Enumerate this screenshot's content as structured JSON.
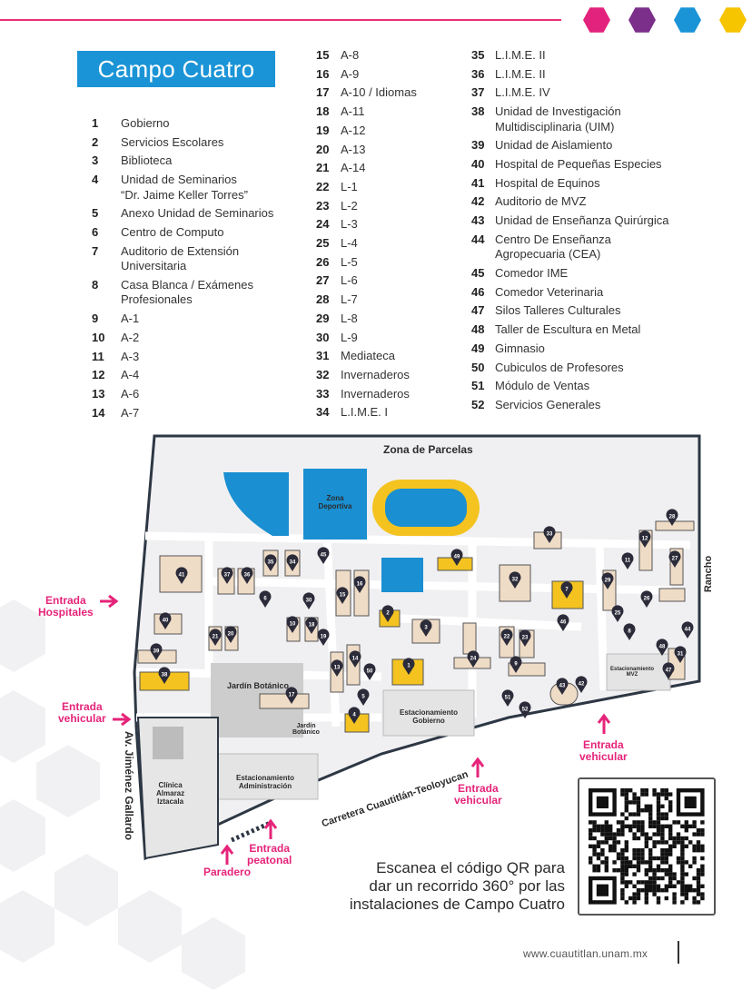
{
  "title": "Campo Cuatro",
  "colors": {
    "accent_line": "#e8317a",
    "hexagons": [
      "#e2227c",
      "#7b2f8a",
      "#1a94d6",
      "#f7c400"
    ],
    "title_bg": "#1a94d6",
    "entrada": "#e5247a",
    "field_blue": "#1a8fd1",
    "building_yellow": "#f4c320",
    "pin": "#2b2b3a"
  },
  "legend": [
    {
      "num": "1",
      "name": "Gobierno"
    },
    {
      "num": "2",
      "name": "Servicios Escolares"
    },
    {
      "num": "3",
      "name": "Biblioteca"
    },
    {
      "num": "4",
      "name": "Unidad de Seminarios\n“Dr. Jaime Keller Torres”"
    },
    {
      "num": "5",
      "name": "Anexo Unidad de Seminarios"
    },
    {
      "num": "6",
      "name": "Centro de Computo"
    },
    {
      "num": "7",
      "name": "Auditorio de Extensión\nUniversitaria"
    },
    {
      "num": "8",
      "name": "Casa Blanca / Exámenes\nProfesionales"
    },
    {
      "num": "9",
      "name": "A-1"
    },
    {
      "num": "10",
      "name": "A-2"
    },
    {
      "num": "11",
      "name": "A-3"
    },
    {
      "num": "12",
      "name": "A-4"
    },
    {
      "num": "13",
      "name": "A-6"
    },
    {
      "num": "14",
      "name": "A-7"
    },
    {
      "num": "15",
      "name": "A-8"
    },
    {
      "num": "16",
      "name": "A-9"
    },
    {
      "num": "17",
      "name": "A-10 / Idiomas"
    },
    {
      "num": "18",
      "name": "A-11"
    },
    {
      "num": "19",
      "name": "A-12"
    },
    {
      "num": "20",
      "name": "A-13"
    },
    {
      "num": "21",
      "name": "A-14"
    },
    {
      "num": "22",
      "name": "L-1"
    },
    {
      "num": "23",
      "name": "L-2"
    },
    {
      "num": "24",
      "name": "L-3"
    },
    {
      "num": "25",
      "name": "L-4"
    },
    {
      "num": "26",
      "name": "L-5"
    },
    {
      "num": "27",
      "name": "L-6"
    },
    {
      "num": "28",
      "name": "L-7"
    },
    {
      "num": "29",
      "name": "L-8"
    },
    {
      "num": "30",
      "name": "L-9"
    },
    {
      "num": "31",
      "name": "Mediateca"
    },
    {
      "num": "32",
      "name": "Invernaderos"
    },
    {
      "num": "33",
      "name": "Invernaderos"
    },
    {
      "num": "34",
      "name": "L.I.M.E. I"
    },
    {
      "num": "35",
      "name": "L.I.M.E. II"
    },
    {
      "num": "36",
      "name": "L.I.M.E. II"
    },
    {
      "num": "37",
      "name": "L.I.M.E. IV"
    },
    {
      "num": "38",
      "name": "Unidad de Investigación\nMultidisciplinaria (UIM)"
    },
    {
      "num": "39",
      "name": "Unidad de Aislamiento"
    },
    {
      "num": "40",
      "name": "Hospital de Pequeñas Especies"
    },
    {
      "num": "41",
      "name": "Hospital de Equinos"
    },
    {
      "num": "42",
      "name": "Auditorio de MVZ"
    },
    {
      "num": "43",
      "name": "Unidad de Enseñanza Quirúrgica"
    },
    {
      "num": "44",
      "name": "Centro De Enseñanza\nAgropecuaria (CEA)"
    },
    {
      "num": "45",
      "name": "Comedor IME"
    },
    {
      "num": "46",
      "name": "Comedor Veterinaria"
    },
    {
      "num": "47",
      "name": "Silos Talleres Culturales"
    },
    {
      "num": "48",
      "name": "Taller de Escultura en Metal"
    },
    {
      "num": "49",
      "name": "Gimnasio"
    },
    {
      "num": "50",
      "name": "Cubiculos de Profesores"
    },
    {
      "num": "51",
      "name": "Módulo de Ventas"
    },
    {
      "num": "52",
      "name": "Servicios Generales"
    }
  ],
  "map": {
    "zona_parcelas": "Zona de Parcelas",
    "zona_deportiva": "Zona\nDeportiva",
    "rancho": "Rancho",
    "jardin_botanico": "Jardín Botánico",
    "jardin_botanico_small": "Jardín\nBotánico",
    "est_gobierno": "Estacionamiento\nGobierno",
    "est_admin": "Estacionamiento\nAdministración",
    "est_mvz": "Estacionamiento\nMVZ",
    "clinica": "Clínica\nAlmaraz\nIztacala",
    "av_jimenez": "Av. Jiménez Gallardo",
    "carretera": "Carretera Cuautitlán-Teoloyucan",
    "entrada_hospitales": "Entrada\nHospitales",
    "entrada_vehicular_left": "Entrada\nvehicular",
    "entrada_vehicular_right": "Entrada\nvehicular",
    "entrada_vehicular_center": "Entrada\nvehicular",
    "entrada_peatonal": "Entrada\npeatonal",
    "paradero": "Paradero"
  },
  "qr_text": "Escanea el código QR para\ndar un recorrido 360° por las\ninstalaciones de Campo Cuatro",
  "footer_url": "www.cuautitlan.unam.mx"
}
